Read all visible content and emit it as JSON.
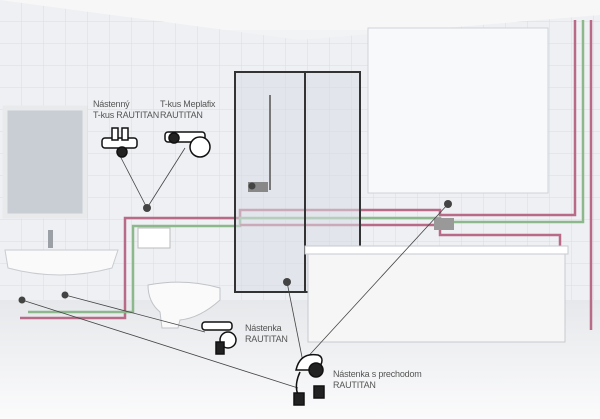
{
  "labels": {
    "wall_tee": {
      "line1": "Nástenný",
      "line2": "T-kus RAUTITAN"
    },
    "meplafix_tee": {
      "line1": "T-kus Meplafix",
      "line2": "RAUTITAN"
    },
    "wall_plate": {
      "line1": "Nástenka",
      "line2": "RAUTITAN"
    },
    "wall_plate_transition": {
      "line1": "Nástenka s prechodom",
      "line2": "RAUTITAN"
    }
  },
  "colors": {
    "hot_pipe": "#b86a86",
    "cold_pipe": "#8cb88c",
    "leader": "#444444"
  }
}
